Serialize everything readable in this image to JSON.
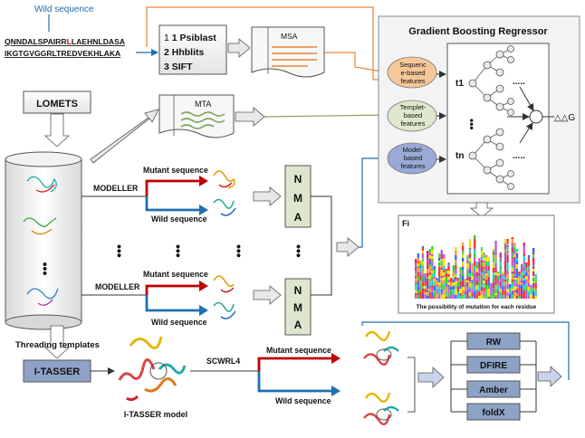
{
  "wild_label": "Wild  sequence",
  "seq_line1_pre": "QNNDALSPAIRR",
  "seq_mut": "L",
  "seq_line1_post": "LAEHNLDASA",
  "seq_line2": "IKGTGVGGRLTREDVEKHLAKA",
  "tools": [
    "1 Psiblast",
    "2 Hhblits",
    "3 SIFT"
  ],
  "msa": "MSA",
  "mta": "MTA",
  "lomets": "LOMETS",
  "gbr_title": "Gradient Boosting Regressor",
  "features": {
    "seq": [
      "Sequenc",
      "e-based",
      "features"
    ],
    "tmpl": [
      "Templet-",
      "based",
      "features"
    ],
    "model": [
      "Model-",
      "based",
      "features"
    ]
  },
  "trees": {
    "t1": "t1",
    "tn": "tn",
    "ellipsis": "....."
  },
  "ddg": "△△G",
  "heatmap_label": "Fi",
  "heatmap_caption": "The possibility of mutation for each residue",
  "modeller": "MODELLER",
  "mutant_seq": "Mutant sequence",
  "wild_seq": "Wild sequence",
  "nma": [
    "N",
    "M",
    "A"
  ],
  "dots": "•••",
  "threading": "Threading  templates",
  "itasser": "I-TASSER",
  "itasser_model": "I-TASSER model",
  "scwrl": "SCWRL4",
  "energy": [
    "RW",
    "DFIRE",
    "Amber",
    "foldX"
  ],
  "colors": {
    "orange": "#e6863a",
    "blue": "#1f6fb2",
    "red": "#c00000",
    "olive": "#8aa05a",
    "box_blue": "#8ea2c6",
    "seq_feat": "#f5c79a",
    "tmpl_feat": "#dfe7cc",
    "model_feat": "#9aa9d6"
  }
}
